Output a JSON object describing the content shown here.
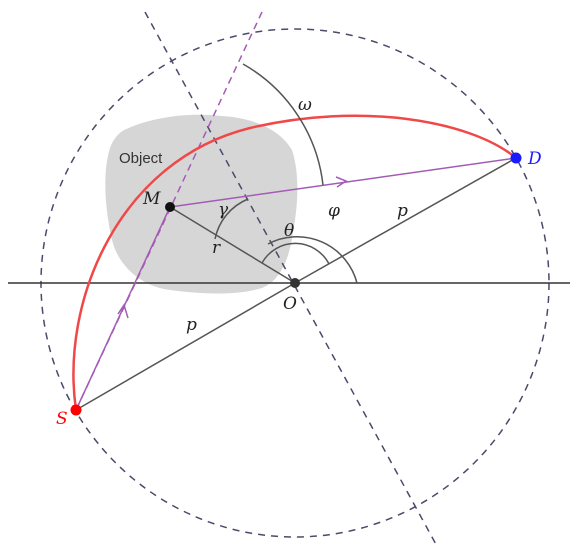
{
  "labels": {
    "object": "Object",
    "M": "M",
    "D": "D",
    "O": "O",
    "S": "S",
    "p_upper": "p",
    "p_lower": "p",
    "r": "r",
    "gamma": "γ",
    "theta": "θ",
    "phi": "φ",
    "omega": "ω"
  },
  "colors": {
    "circle": "#4a4a6a",
    "axis": "#333333",
    "segment": "#555555",
    "arc": "#f04848",
    "beam": "#a35bb5",
    "object_fill": "#d6d6d6",
    "point_M": "#111111",
    "point_O": "#333333",
    "point_S": "#ff0000",
    "point_D": "#1a1aff",
    "label_S": "#ff0000",
    "label_D": "#1a1aff"
  }
}
